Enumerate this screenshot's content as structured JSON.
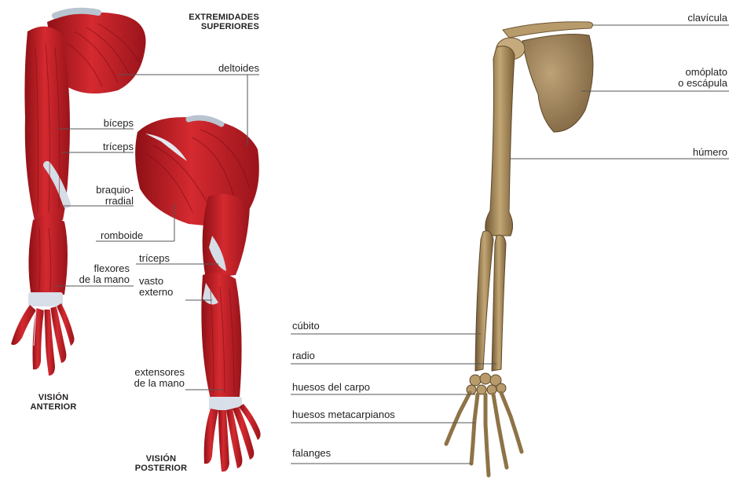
{
  "title": {
    "line1": "EXTREMIDADES",
    "line2": "SUPERIORES"
  },
  "muscle_labels": {
    "deltoides": "deltoides",
    "biceps": "bíceps",
    "triceps_anterior": "tríceps",
    "braquiorradial": {
      "line1": "braquio-",
      "line2": "rradial"
    },
    "romboide": "romboide",
    "triceps_posterior": "tríceps",
    "flexores": {
      "line1": "flexores",
      "line2": "de la mano"
    },
    "vasto_externo": {
      "line1": "vasto",
      "line2": "externo"
    },
    "extensores": {
      "line1": "extensores",
      "line2": "de la mano"
    }
  },
  "views": {
    "anterior": {
      "line1": "VISIÓN",
      "line2": "ANTERIOR"
    },
    "posterior": {
      "line1": "VISIÓN",
      "line2": "POSTERIOR"
    }
  },
  "bone_labels": {
    "clavicula": "clavícula",
    "omoplato": {
      "line1": "omóplato",
      "line2": "o escápula"
    },
    "humero": "húmero",
    "cubito": "cúbito",
    "radio": "radio",
    "carpo": "huesos del carpo",
    "metacarpianos": "huesos metacarpianos",
    "falanges": "falanges"
  },
  "colors": {
    "muscle": "#c8202a",
    "muscle_dark": "#8e1016",
    "tendon": "#c9d3de",
    "bone": "#a98c5c",
    "bone_dark": "#6e5634",
    "leader_line": "#555555"
  }
}
